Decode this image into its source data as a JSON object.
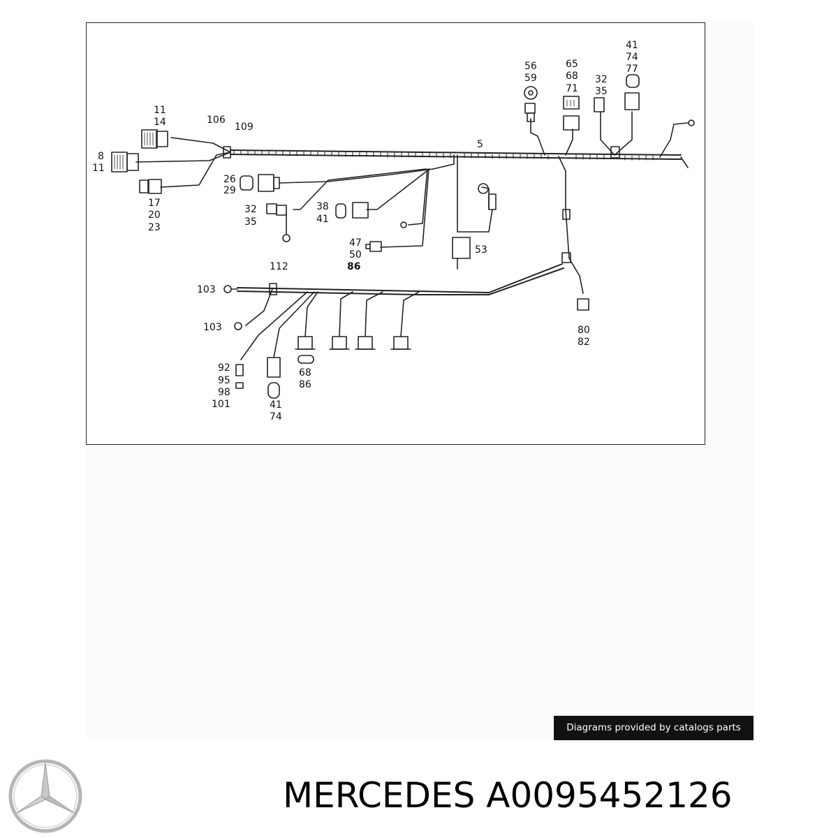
{
  "diagram": {
    "labels": {
      "c11_14": [
        "11",
        "14"
      ],
      "c8_11": [
        "8",
        "11"
      ],
      "c17_23": [
        "17",
        "20",
        "23"
      ],
      "c106": "106",
      "c109": "109",
      "c26_29": [
        "26",
        "29"
      ],
      "c32_35a": [
        "32",
        "35"
      ],
      "c38_41": [
        "38",
        "41"
      ],
      "c47_86": [
        "47",
        "50",
        "86"
      ],
      "c53": "53",
      "c5": "5",
      "c56_59": [
        "56",
        "59"
      ],
      "c65_71": [
        "65",
        "68",
        "71"
      ],
      "c32_35b": [
        "32",
        "35"
      ],
      "c41_77": [
        "41",
        "74",
        "77"
      ],
      "c112": "112",
      "c103a": "103",
      "c103b": "103",
      "c92_101": [
        "92",
        "95",
        "98",
        "101"
      ],
      "c41_74": [
        "41",
        "74"
      ],
      "c68_86": [
        "68",
        "86"
      ],
      "c80_82": [
        "80",
        "82"
      ]
    }
  },
  "footer": {
    "credit": "Diagrams provided by catalogs parts",
    "brand": "MERCEDES",
    "part_number": "A0095452126"
  }
}
